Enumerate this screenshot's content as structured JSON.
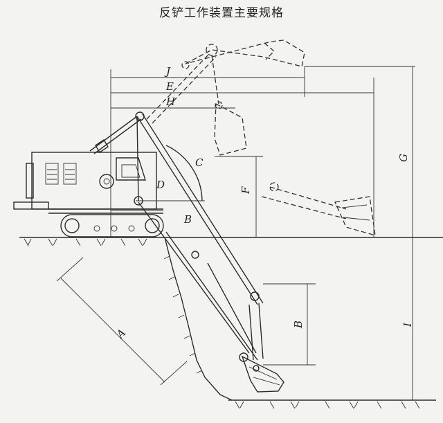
{
  "title": "反铲工作装置主要规格",
  "labels": {
    "A": "A",
    "B": "B",
    "C": "C",
    "D": "D",
    "E": "E",
    "F": "F",
    "G": "G",
    "H": "H",
    "I": "I",
    "J": "J",
    "b_lower": "B"
  }
}
